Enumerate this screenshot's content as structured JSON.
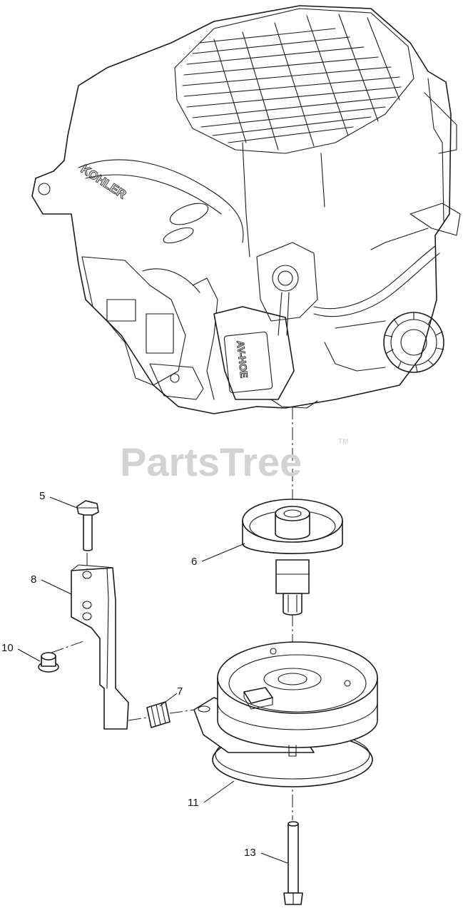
{
  "watermark": {
    "text": "PartsTree",
    "trademark": "TM"
  },
  "engine": {
    "brand_text": "KOHLER",
    "side_text": "AV-HOE"
  },
  "callouts": [
    {
      "id": "c5",
      "label": "5"
    },
    {
      "id": "c6",
      "label": "6"
    },
    {
      "id": "c7",
      "label": "7"
    },
    {
      "id": "c8",
      "label": "8"
    },
    {
      "id": "c10",
      "label": "10"
    },
    {
      "id": "c11",
      "label": "11"
    },
    {
      "id": "c13",
      "label": "13"
    }
  ],
  "colors": {
    "line": "#1a1a1a",
    "watermark": "#d3d3d3",
    "background": "#ffffff"
  }
}
